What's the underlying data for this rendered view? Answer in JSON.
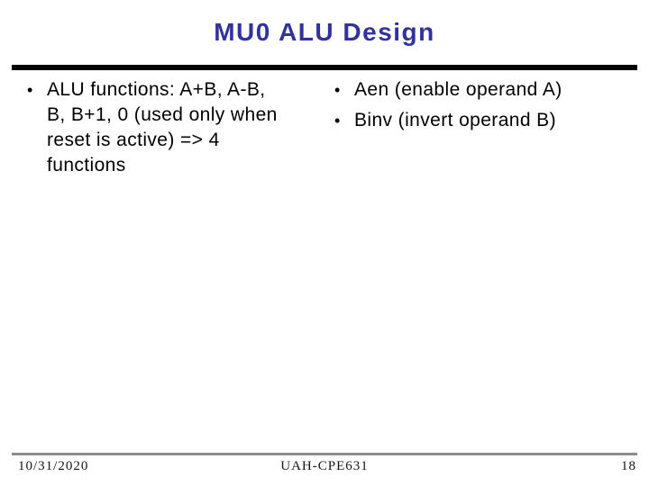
{
  "slide": {
    "title": "MU0 ALU Design",
    "bullet_char": "•",
    "left_bullets": [
      {
        "text": "ALU functions: A+B, A-B, B, B+1, 0 (used only when reset is active) => 4 functions",
        "lines": [
          "ALU functions: A+B, A-B,",
          "B, B+1, 0 (used only when",
          "reset is active) => 4",
          "functions"
        ]
      }
    ],
    "right_bullets": [
      {
        "text": "Aen (enable operand A)"
      },
      {
        "text": "Binv (invert operand B)"
      }
    ],
    "footer": {
      "date": "10/31/2020",
      "center": "UAH-CPE631",
      "page_number": "18"
    },
    "colors": {
      "background": "#FFFFFF",
      "title_text": "#32329E",
      "title_rule": "#000000",
      "body_text": "#000000",
      "footer_rule": "#8C8C8C"
    }
  }
}
